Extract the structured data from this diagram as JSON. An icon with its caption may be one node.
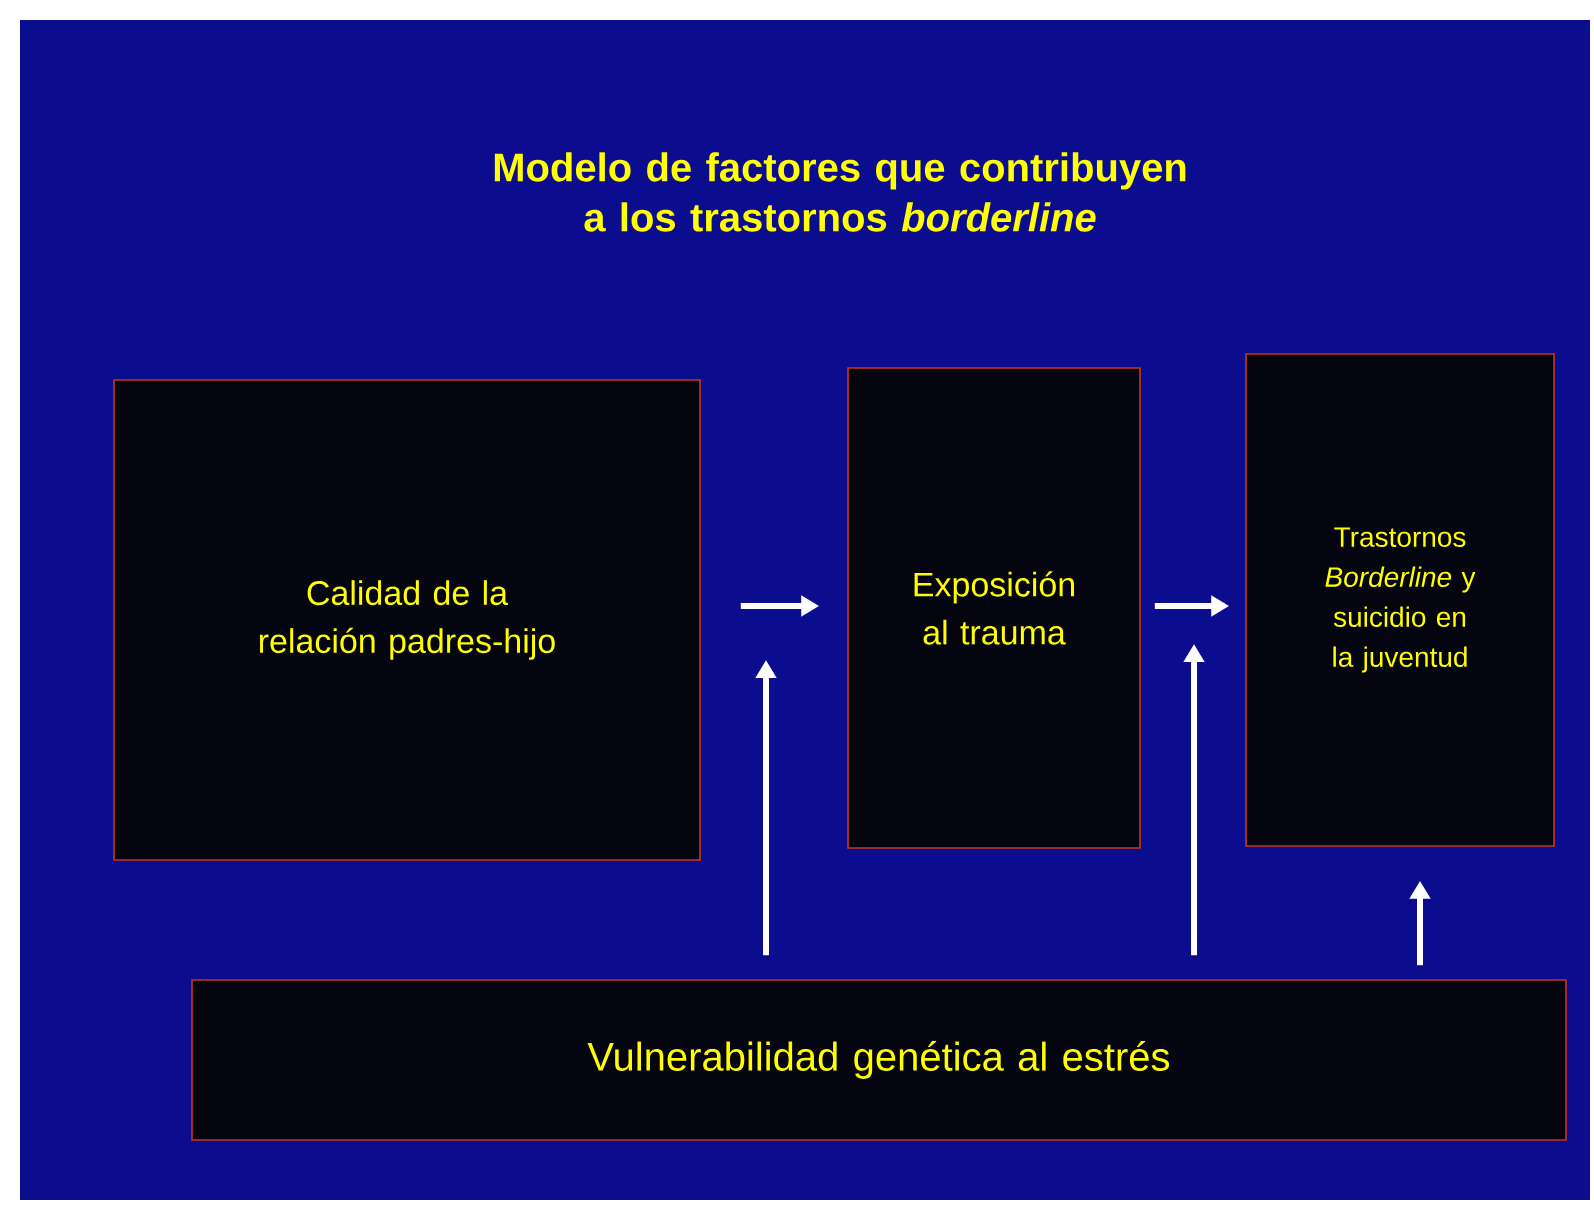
{
  "diagram": {
    "title": "Modelo de factores que contribuyen a los trastornos *borderline*",
    "nodes": [
      {
        "text": [
          "Calidad de la relación padres-hijo"
        ]
      },
      {
        "text": [
          "Exposición al trauma"
        ]
      },
      {
        "text": [
          "Trastornos *Borderline* y suicidio en la juventud"
        ]
      },
      {
        "text": [
          "Vulnerabilidad genética al estrés"
        ]
      }
    ],
    "edges": [
      {
        "from": 0,
        "to": 1,
        "arrow": "to"
      },
      {
        "from": 1,
        "to": 2,
        "arrow": "to"
      },
      {
        "from": 3,
        "to": null,
        "arrow": "to"
      },
      {
        "from": 3,
        "to": null,
        "arrow": "to"
      },
      {
        "from": 3,
        "to": 2,
        "arrow": "to"
      }
    ]
  }
}
